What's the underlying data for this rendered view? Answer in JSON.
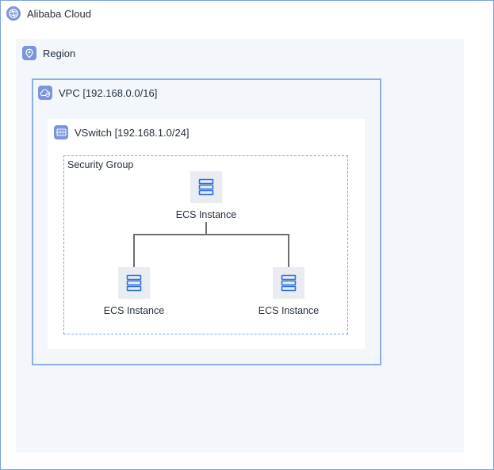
{
  "cloud": {
    "label": "Alibaba Cloud",
    "icon": "alibaba-cloud-icon"
  },
  "region": {
    "label": "Region",
    "icon": "location-pin-icon"
  },
  "vpc": {
    "label": "VPC [192.168.0.0/16]",
    "icon": "vpc-cloud-icon"
  },
  "vswitch": {
    "label": "VSwitch [192.168.1.0/24]",
    "icon": "vswitch-icon"
  },
  "security_group": {
    "label": "Security Group"
  },
  "instances": [
    {
      "label": "ECS Instance",
      "icon": "ecs-server-icon"
    },
    {
      "label": "ECS Instance",
      "icon": "ecs-server-icon"
    },
    {
      "label": "ECS Instance",
      "icon": "ecs-server-icon"
    }
  ],
  "colors": {
    "accent": "#7b95dc",
    "cloud_border": "#7b9fd8",
    "vpc_border": "#8bb0e6",
    "region_fill": "#f3f7fb",
    "sg_border": "#7ea6e0",
    "server_blue": "#2f6fe4",
    "connector": "#6f6f6f"
  }
}
